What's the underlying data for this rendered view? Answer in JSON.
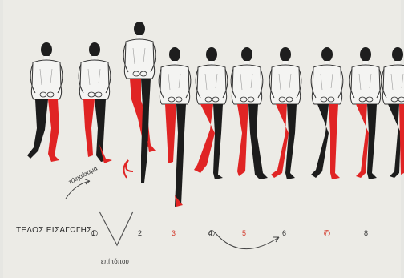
{
  "labels": {
    "intro_end": "ΤΕΛΟΣ ΕΙΣΑΓΩΓΗΣ",
    "plisio": "πλησίασμα",
    "epi_topou": "επί τόπου"
  },
  "step_numbers": [
    {
      "text": "1",
      "color": "#333333"
    },
    {
      "text": "2",
      "color": "#333333"
    },
    {
      "text": "3",
      "color": "#d33a2c"
    },
    {
      "text": "4",
      "color": "#333333"
    },
    {
      "text": "5",
      "color": "#d33a2c"
    },
    {
      "text": "6",
      "color": "#333333"
    },
    {
      "text": "7",
      "color": "#d33a2c"
    },
    {
      "text": "8",
      "color": "#333333"
    }
  ],
  "colors": {
    "background": "#e6e6e2",
    "red_leg": "#e02424",
    "black_leg": "#1c1c1c",
    "shirt": "#f4f4f2",
    "accent_number": "#d33a2c"
  },
  "figures": [
    {
      "name": "figure-intro",
      "red_leg": "left"
    },
    {
      "name": "figure-step-1",
      "red_leg": "left"
    },
    {
      "name": "figure-step-2",
      "red_leg": "left"
    },
    {
      "name": "figure-step-3",
      "red_leg": "left"
    },
    {
      "name": "figure-step-4",
      "red_leg": "right"
    },
    {
      "name": "figure-step-5",
      "red_leg": "left"
    },
    {
      "name": "figure-step-6",
      "red_leg": "left"
    },
    {
      "name": "figure-step-7",
      "red_leg": "right"
    },
    {
      "name": "figure-step-8",
      "red_leg": "left"
    },
    {
      "name": "figure-step-9",
      "red_leg": "right"
    }
  ]
}
